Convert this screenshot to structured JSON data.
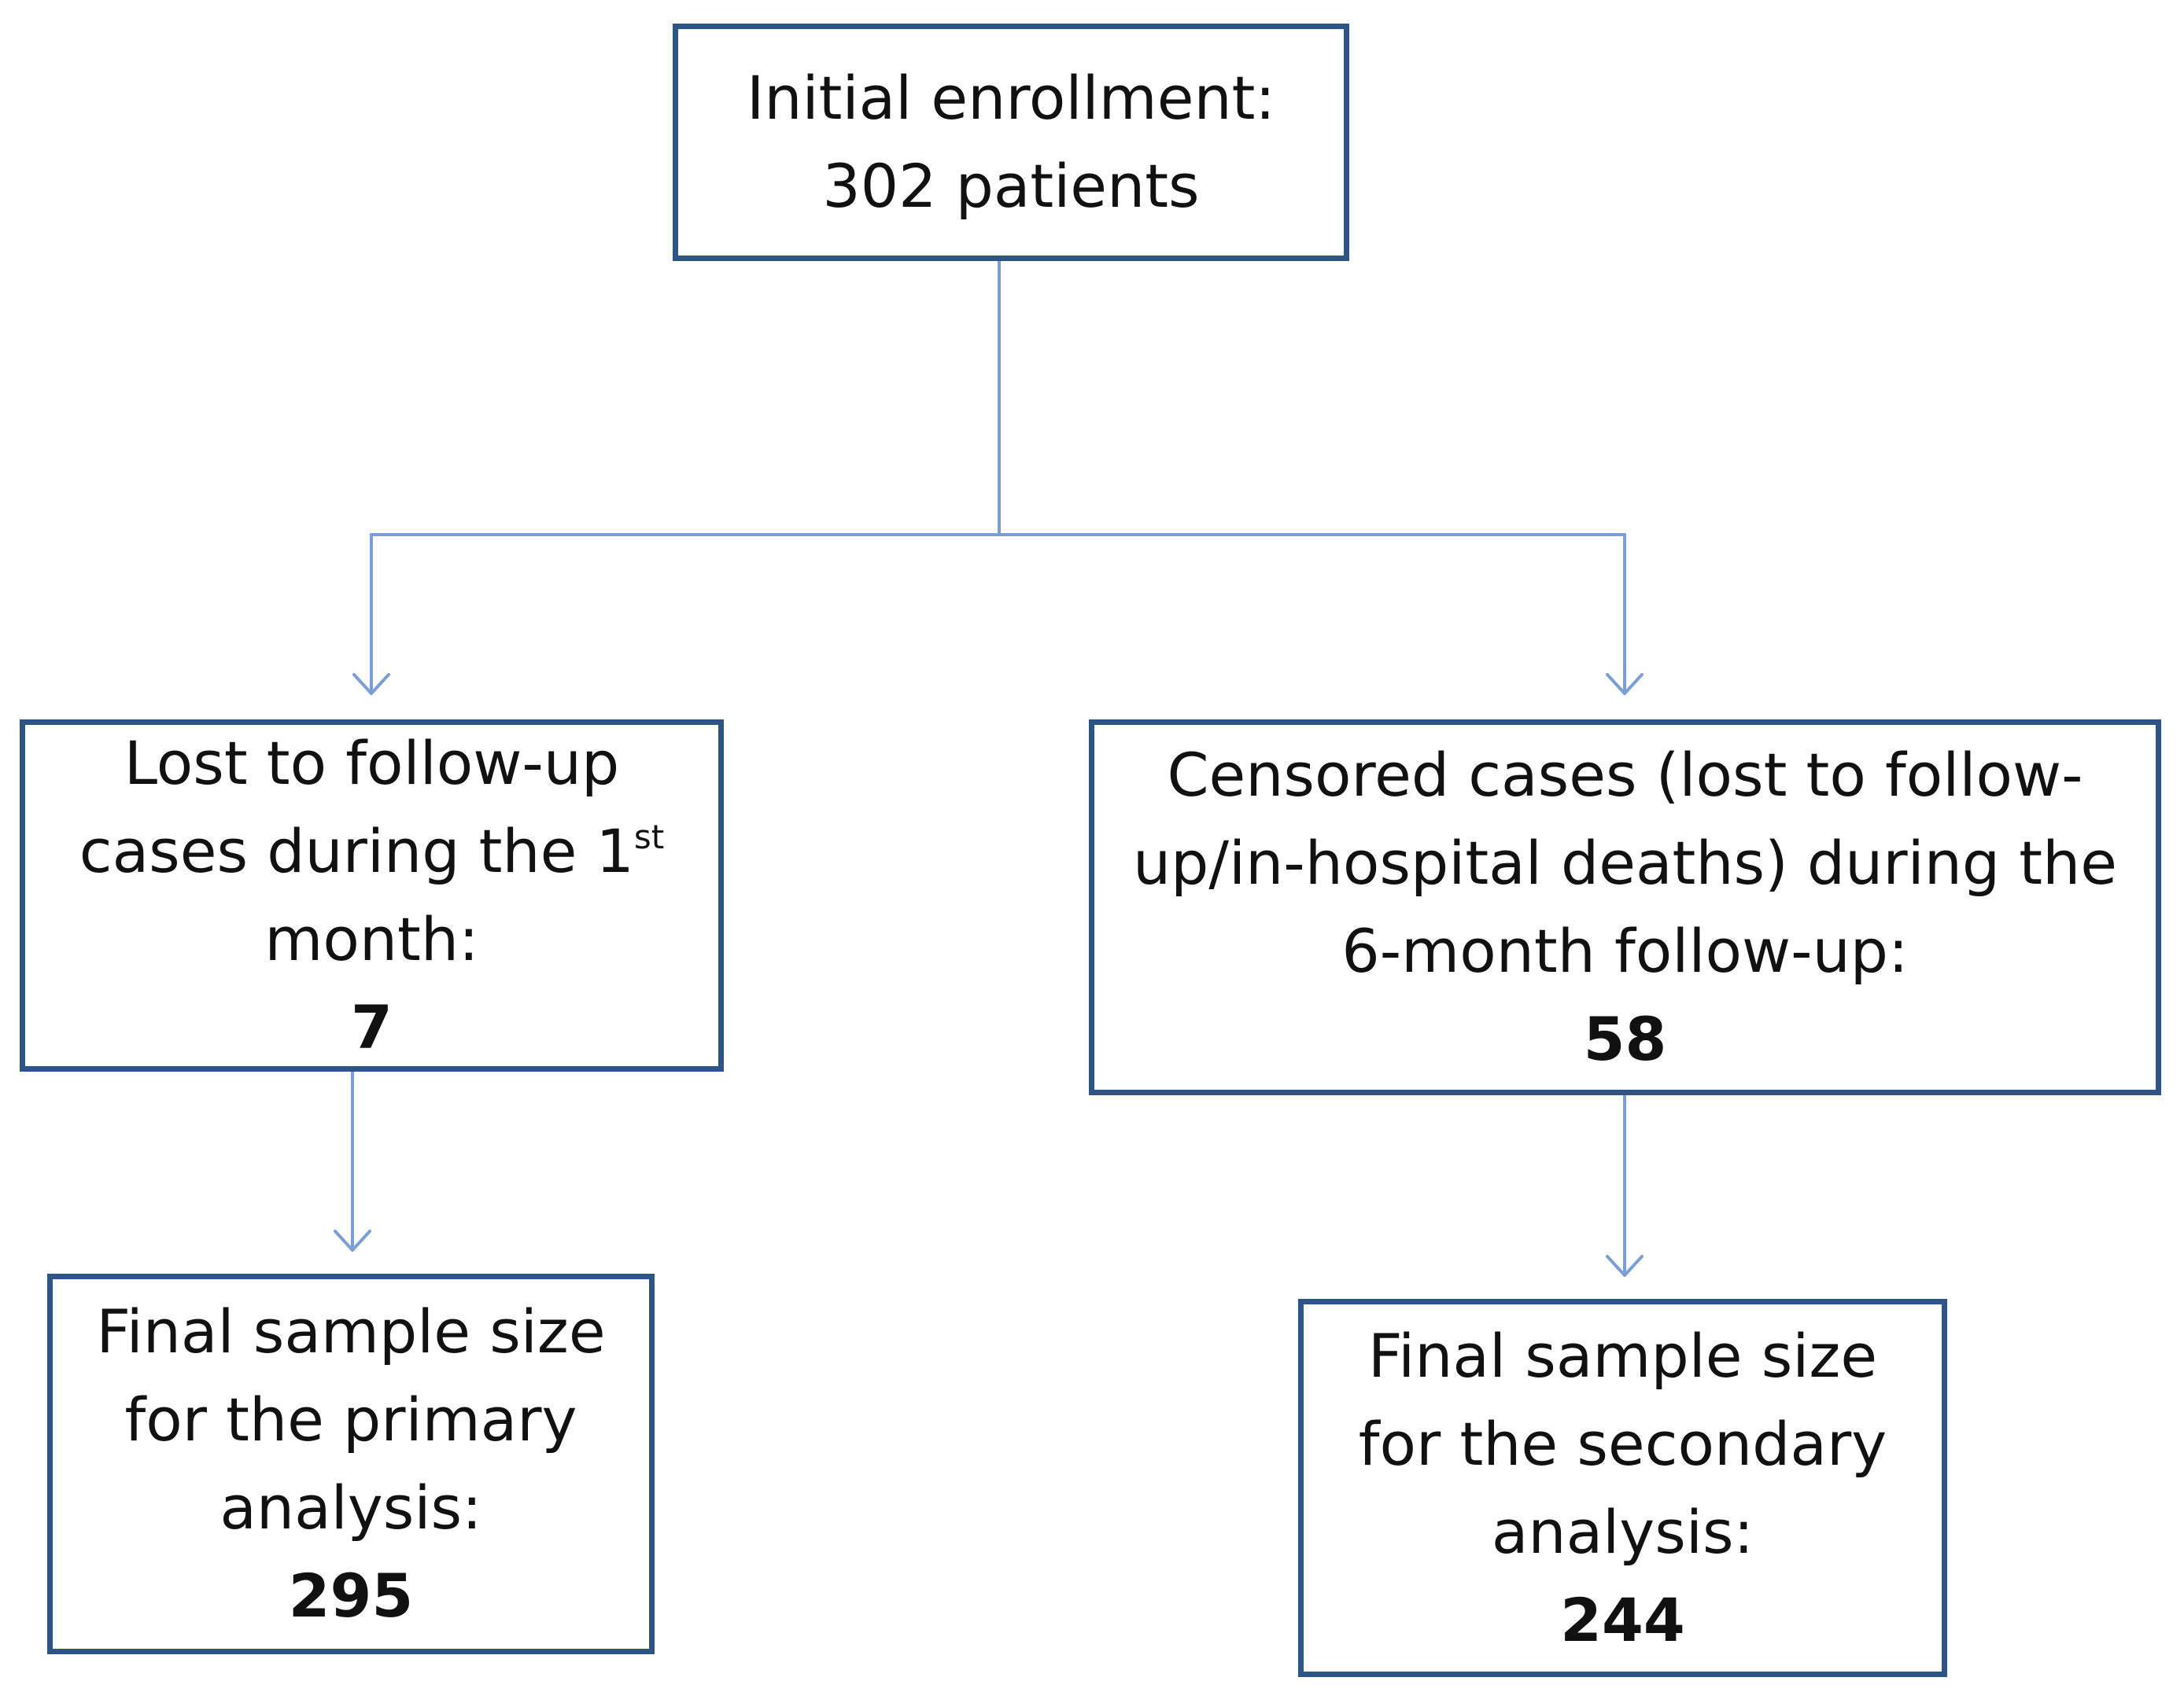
{
  "diagram": {
    "type": "flowchart",
    "colors": {
      "box_border": "#2c5585",
      "connector": "#7b9fd3",
      "text": "#111111"
    },
    "nodes": {
      "initial": {
        "line1": "Initial enrollment:",
        "line2": "302 patients"
      },
      "lost": {
        "line1": "Lost to follow-up",
        "line2_prefix": "cases during the 1",
        "line2_sup": "st",
        "line3": "month:",
        "count": "7"
      },
      "censored": {
        "line1": "Censored cases (lost to follow-",
        "line2": "up/in-hospital deaths) during the",
        "line3": "6-month follow-up:",
        "count": "58"
      },
      "primary": {
        "line1": "Final sample size",
        "line2": "for the primary",
        "line3": "analysis:",
        "count": "295"
      },
      "secondary": {
        "line1": "Final sample size",
        "line2": "for the secondary",
        "line3": "analysis:",
        "count": "244"
      }
    },
    "edges": [
      {
        "from": "initial",
        "to": "lost"
      },
      {
        "from": "initial",
        "to": "censored"
      },
      {
        "from": "lost",
        "to": "primary"
      },
      {
        "from": "censored",
        "to": "secondary"
      }
    ]
  }
}
